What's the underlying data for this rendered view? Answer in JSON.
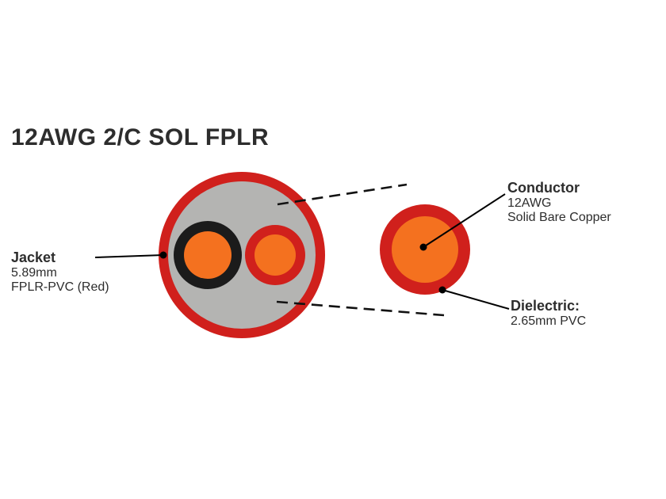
{
  "title": "12AWG 2/C SOL FPLR",
  "colors": {
    "jacket_red": "#d0201c",
    "insulation_gray": "#b4b4b2",
    "conductor_orange": "#f4711f",
    "ring_black": "#1b1b1b",
    "leader_black": "#000000",
    "text": "#2d2d2d"
  },
  "labels": {
    "jacket": {
      "title": "Jacket",
      "line1": "5.89mm",
      "line2": "FPLR-PVC (Red)"
    },
    "conductor": {
      "title": "Conductor",
      "line1": "12AWG",
      "line2": "Solid Bare Copper"
    },
    "dielectric": {
      "title": "Dielectric:",
      "line1": "2.65mm PVC"
    }
  }
}
